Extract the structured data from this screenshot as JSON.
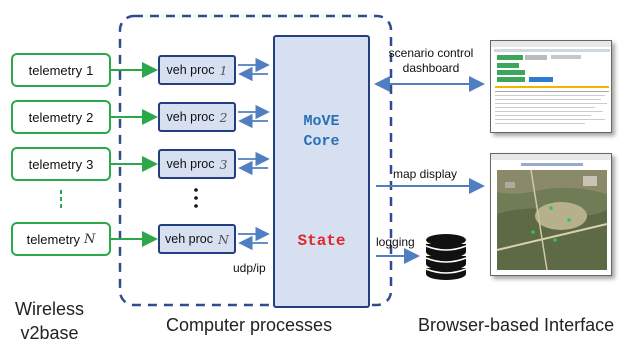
{
  "telemetry": [
    {
      "label": "telemetry",
      "index": "1",
      "italic": false
    },
    {
      "label": "telemetry",
      "index": "2",
      "italic": false
    },
    {
      "label": "telemetry",
      "index": "3",
      "italic": false
    },
    {
      "label": "telemetry",
      "index": "N",
      "italic": true
    }
  ],
  "vehicles": [
    {
      "label": "veh proc",
      "index": "1"
    },
    {
      "label": "veh proc",
      "index": "2"
    },
    {
      "label": "veh proc",
      "index": "3"
    },
    {
      "label": "veh proc",
      "index": "N"
    }
  ],
  "core": {
    "line1": "MoVE",
    "line2": "Core",
    "state": "State"
  },
  "labels": {
    "udp": "udp/ip",
    "dashboard_line1": "scenario control",
    "dashboard_line2": "dashboard",
    "map": "map display",
    "logging": "logging"
  },
  "footer": {
    "wireless_line1": "Wireless",
    "wireless_line2": "v2base",
    "computer": "Computer processes",
    "browser": "Browser-based Interface"
  },
  "colors": {
    "telemetry_border": "#2aa84a",
    "proc_border": "#233f80",
    "proc_fill": "#d6e0f0",
    "arrow": "#4f7fc0",
    "state_text": "#e0282a",
    "move_text": "#2a6fb7"
  }
}
